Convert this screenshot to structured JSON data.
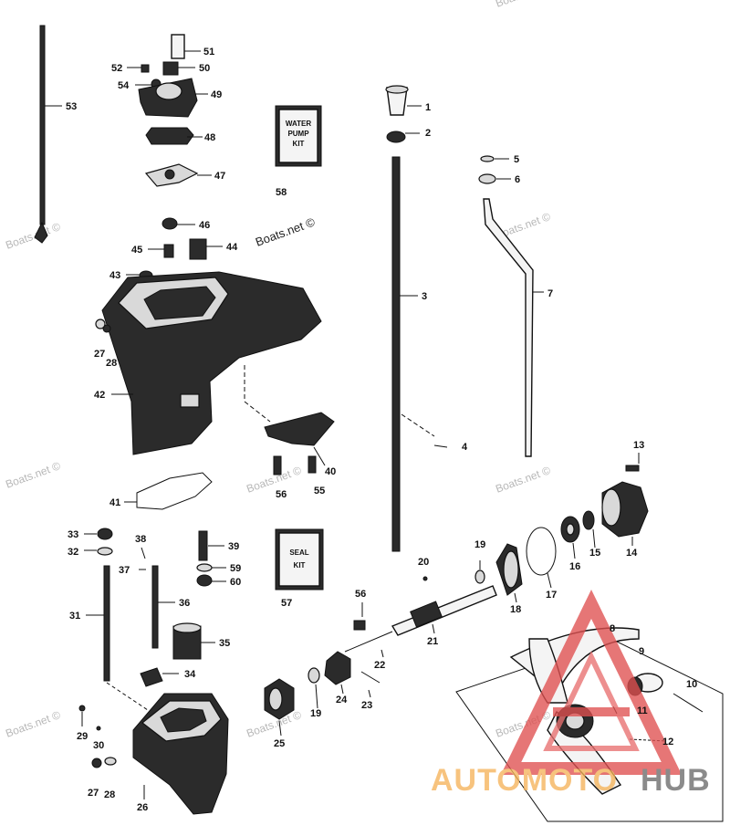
{
  "watermark": {
    "site": "Boats.net ©",
    "logo_a": "AUTOMOTO",
    "logo_b": "HUB"
  },
  "kits": {
    "water_pump": [
      "WATER",
      "PUMP",
      "KIT"
    ],
    "seal": [
      "SEAL",
      "KIT"
    ]
  },
  "labels": {
    "l1": "1",
    "l2": "2",
    "l3": "3",
    "l4": "4",
    "l5": "5",
    "l6": "6",
    "l7": "7",
    "l8": "8",
    "l9": "9",
    "l10": "10",
    "l11": "11",
    "l12": "12",
    "l13": "13",
    "l14": "14",
    "l15": "15",
    "l16": "16",
    "l17": "17",
    "l18": "18",
    "l19a": "19",
    "l19b": "19",
    "l20": "20",
    "l21": "21",
    "l22": "22",
    "l23": "23",
    "l24": "24",
    "l25": "25",
    "l26": "26",
    "l27a": "27",
    "l27b": "27",
    "l28a": "28",
    "l28b": "28",
    "l29": "29",
    "l30": "30",
    "l31": "31",
    "l32": "32",
    "l33": "33",
    "l34": "34",
    "l35": "35",
    "l36": "36",
    "l37": "37",
    "l38": "38",
    "l39": "39",
    "l40": "40",
    "l41": "41",
    "l42": "42",
    "l43": "43",
    "l44": "44",
    "l45": "45",
    "l46": "46",
    "l47": "47",
    "l48": "48",
    "l49": "49",
    "l50": "50",
    "l51": "51",
    "l52": "52",
    "l53": "53",
    "l54": "54",
    "l55": "55",
    "l56a": "56",
    "l56b": "56",
    "l57": "57",
    "l58": "58",
    "l59": "59",
    "l60": "60"
  }
}
